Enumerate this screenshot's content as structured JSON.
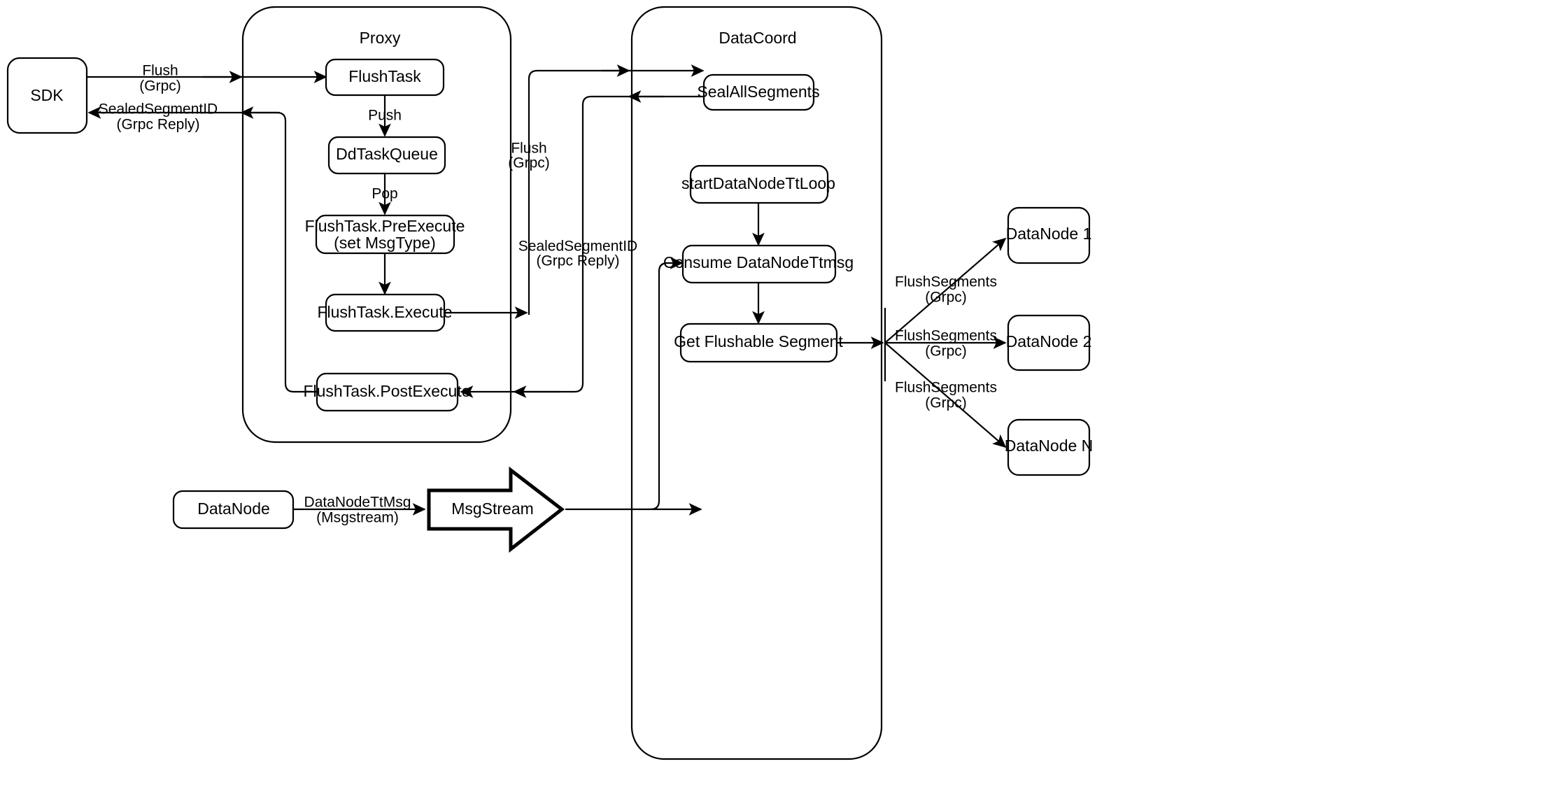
{
  "diagram": {
    "title": "Milvus Flush Sequence Flow",
    "background_color": "#ffffff",
    "line_color": "#000000",
    "node_fill": "#ffffff"
  },
  "containers": [
    {
      "id": "proxy",
      "label": "Proxy"
    },
    {
      "id": "datacoord",
      "label": "DataCoord"
    }
  ],
  "nodes": {
    "sdk": {
      "label": "SDK"
    },
    "flush_task": {
      "label": "FlushTask"
    },
    "dd_task_queue": {
      "label": "DdTaskQueue"
    },
    "pre_execute_line1": {
      "label": "FlushTask.PreExecute"
    },
    "pre_execute_line2": {
      "label": "(set MsgType)"
    },
    "execute": {
      "label": "FlushTask.Execute"
    },
    "post_execute": {
      "label": "FlushTask.PostExecute"
    },
    "seal_all_segments": {
      "label": "SealAllSegments"
    },
    "start_datanode_ttloop": {
      "label": "startDataNodeTtLoop"
    },
    "consume_datanode_ttmsg": {
      "label": "Consume DataNodeTtmsg"
    },
    "get_flushable_segment": {
      "label": "Get Flushable Segment"
    },
    "datanode_1": {
      "label": "DataNode 1"
    },
    "datanode_2": {
      "label": "DataNode 2"
    },
    "datanode_n": {
      "label": "DataNode N"
    },
    "datanode_source": {
      "label": "DataNode"
    },
    "msgstream": {
      "label": "MsgStream"
    }
  },
  "edge_labels": {
    "sdk_to_proxy_l1": "Flush",
    "sdk_to_proxy_l2": "(Grpc)",
    "proxy_to_sdk_l1": "SealedSegmentID",
    "proxy_to_sdk_l2": "(Grpc Reply)",
    "push": "Push",
    "pop": "Pop",
    "proxy_to_coord_l1": "Flush",
    "proxy_to_coord_l2": "(Grpc)",
    "coord_to_proxy_l1": "SealedSegmentID",
    "coord_to_proxy_l2": "(Grpc Reply)",
    "datanode_ttmsg_l1": "DataNodeTtMsg",
    "datanode_ttmsg_l2": "(Msgstream)",
    "flush_segments_1_l1": "FlushSegments",
    "flush_segments_1_l2": "(Grpc)",
    "flush_segments_2_l1": "FlushSegments",
    "flush_segments_2_l2": "(Grpc)",
    "flush_segments_n_l1": "FlushSegments",
    "flush_segments_n_l2": "(Grpc)"
  }
}
